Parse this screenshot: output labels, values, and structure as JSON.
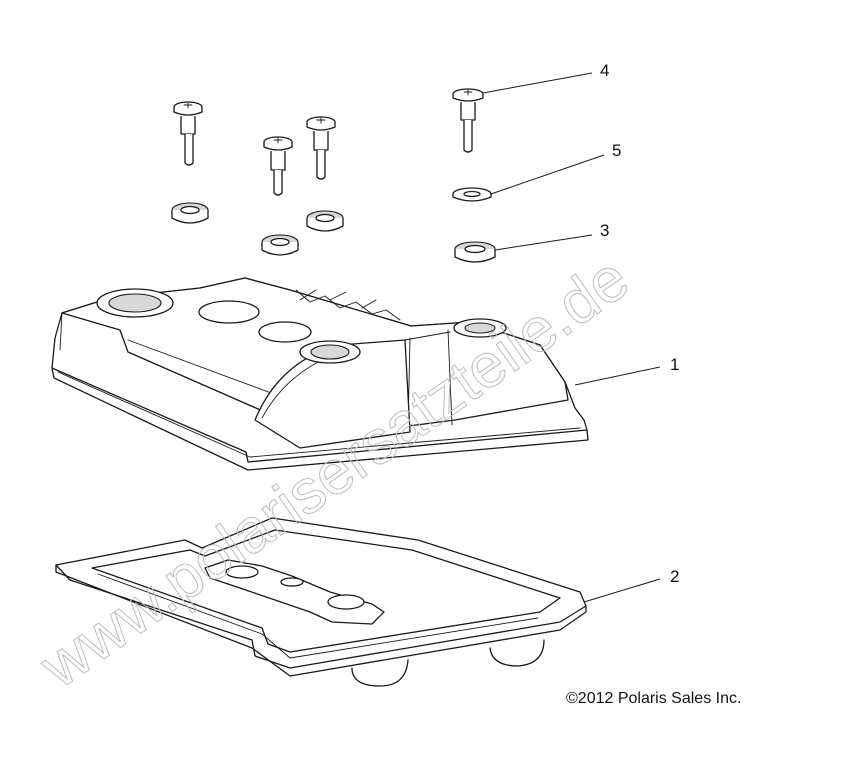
{
  "callouts": [
    {
      "id": "4",
      "label": "4"
    },
    {
      "id": "5",
      "label": "5"
    },
    {
      "id": "3",
      "label": "3"
    },
    {
      "id": "1",
      "label": "1"
    },
    {
      "id": "2",
      "label": "2"
    }
  ],
  "copyright": "©2012 Polaris Sales Inc.",
  "watermark": "www.polarisersatzteile.de"
}
